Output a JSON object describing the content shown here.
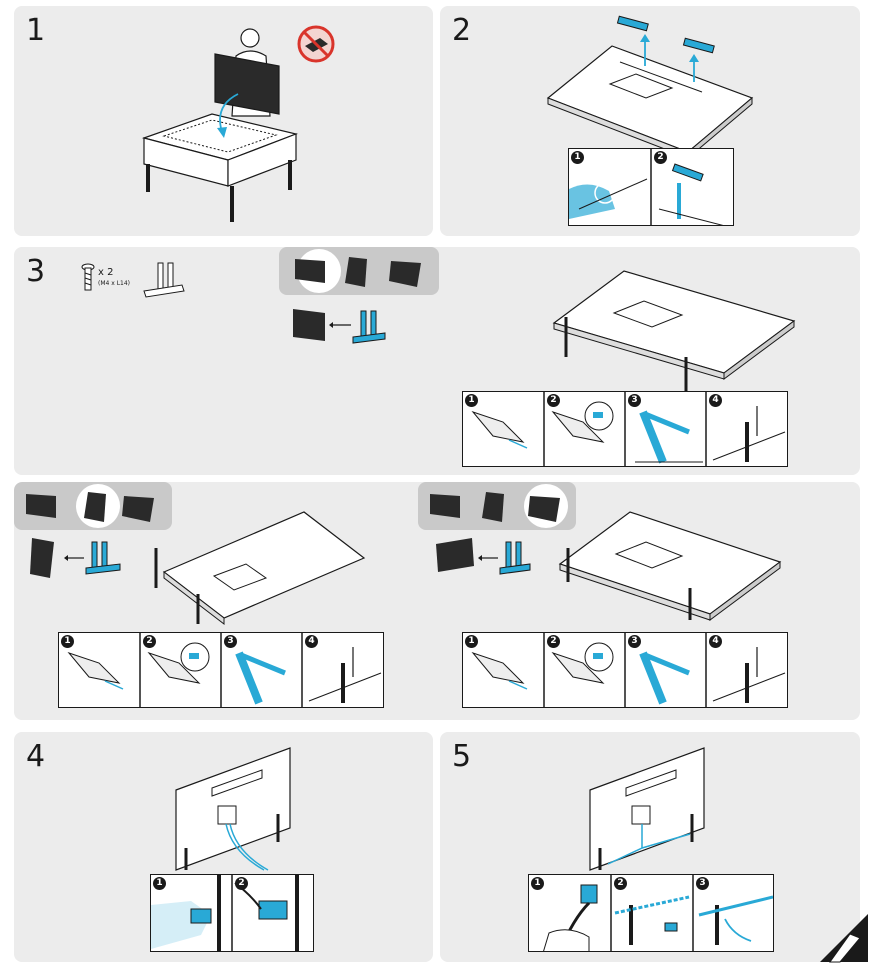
{
  "steps": {
    "s1": "1",
    "s2": "2",
    "s3": "3",
    "s4": "4",
    "s5": "5"
  },
  "screw": {
    "count": "x 2",
    "size": "(M4 x L14)"
  },
  "substeps": {
    "n1": "1",
    "n2": "2",
    "n3": "3",
    "n4": "4"
  },
  "colors": {
    "panel": "#ececec",
    "accent": "#29a9d6",
    "ink": "#1a1a1a",
    "warning": "#d9342b"
  },
  "icons": {
    "no_lay_flat": "no-lay-flat-icon",
    "screw": "screw-icon",
    "stand": "stand-icon",
    "page_turn": "page-turn-icon"
  }
}
